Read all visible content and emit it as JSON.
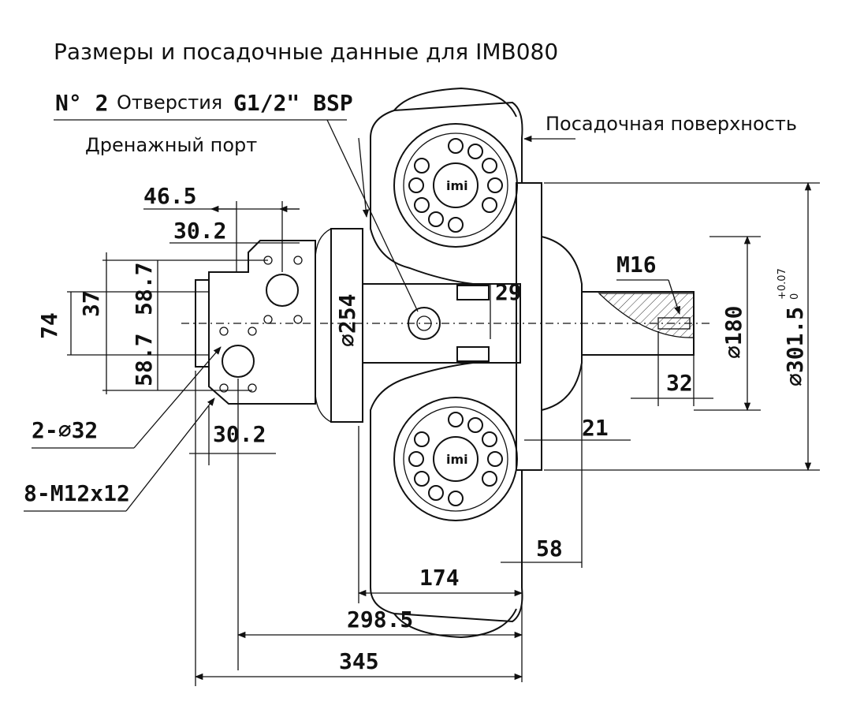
{
  "title": "Размеры и посадочные данные для IMB080",
  "callouts": {
    "port_prefix": "N° 2",
    "port_word": "Отверстия",
    "port_thread": "G1/2\" BSP",
    "drain_port": "Дренажный порт",
    "mounting_surface": "Посадочная поверхность",
    "m16": "M16",
    "holes_32": "2-∅32",
    "threads": "8-M12x12",
    "brand": "imi"
  },
  "dimensions": {
    "d46_5": "46.5",
    "d30_2_top": "30.2",
    "d58_7_top": "58.7",
    "d37": "37",
    "d74": "74",
    "d58_7_bot": "58.7",
    "d254": "∅254",
    "d29": "29",
    "d180": "∅180",
    "d301_5": "∅301.5",
    "tol_up": "+0.07",
    "tol_low": "0",
    "d32": "32",
    "d21": "21",
    "d30_2_bot": "30.2",
    "d58": "58",
    "d174": "174",
    "d298_5": "298.5",
    "d345": "345"
  }
}
